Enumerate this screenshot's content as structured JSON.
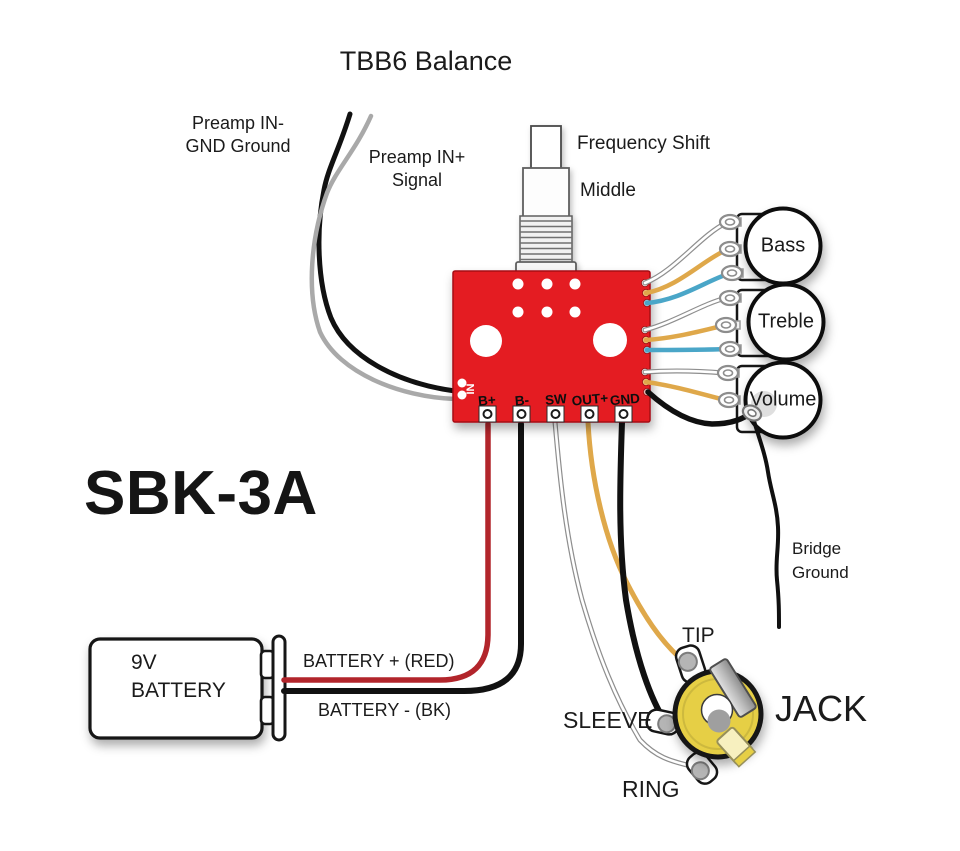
{
  "title": "TBB6 Balance",
  "model": "SBK-3A",
  "input_labels": {
    "in_minus_line1": "Preamp IN-",
    "in_minus_line2": "GND Ground",
    "in_plus_line1": "Preamp IN+",
    "in_plus_line2": "Signal"
  },
  "balance_pot": {
    "freq_label": "Frequency Shift",
    "mid_label": "Middle"
  },
  "board": {
    "in_label": "IN",
    "pads": [
      "B+",
      "B-",
      "SW",
      "OUT+",
      "GND"
    ]
  },
  "pots": [
    {
      "label": "Bass"
    },
    {
      "label": "Treble"
    },
    {
      "label": "Volume"
    }
  ],
  "bridge": {
    "line1": "Bridge",
    "line2": "Ground"
  },
  "battery": {
    "cell_line1": "9V",
    "cell_line2": "BATTERY",
    "positive": "BATTERY + (RED)",
    "negative": "BATTERY - (BK)"
  },
  "jack": {
    "label": "JACK",
    "tip": "TIP",
    "sleeve": "SLEEVE",
    "ring": "RING"
  },
  "colors": {
    "board_red": "#e41b20",
    "wire_red": "#b2252b",
    "wire_black": "#111111",
    "wire_gray": "#a9a9a9",
    "wire_orange": "#dfa84a",
    "wire_blue": "#4aa6c8",
    "jack_yellow": "#e6cf45"
  }
}
